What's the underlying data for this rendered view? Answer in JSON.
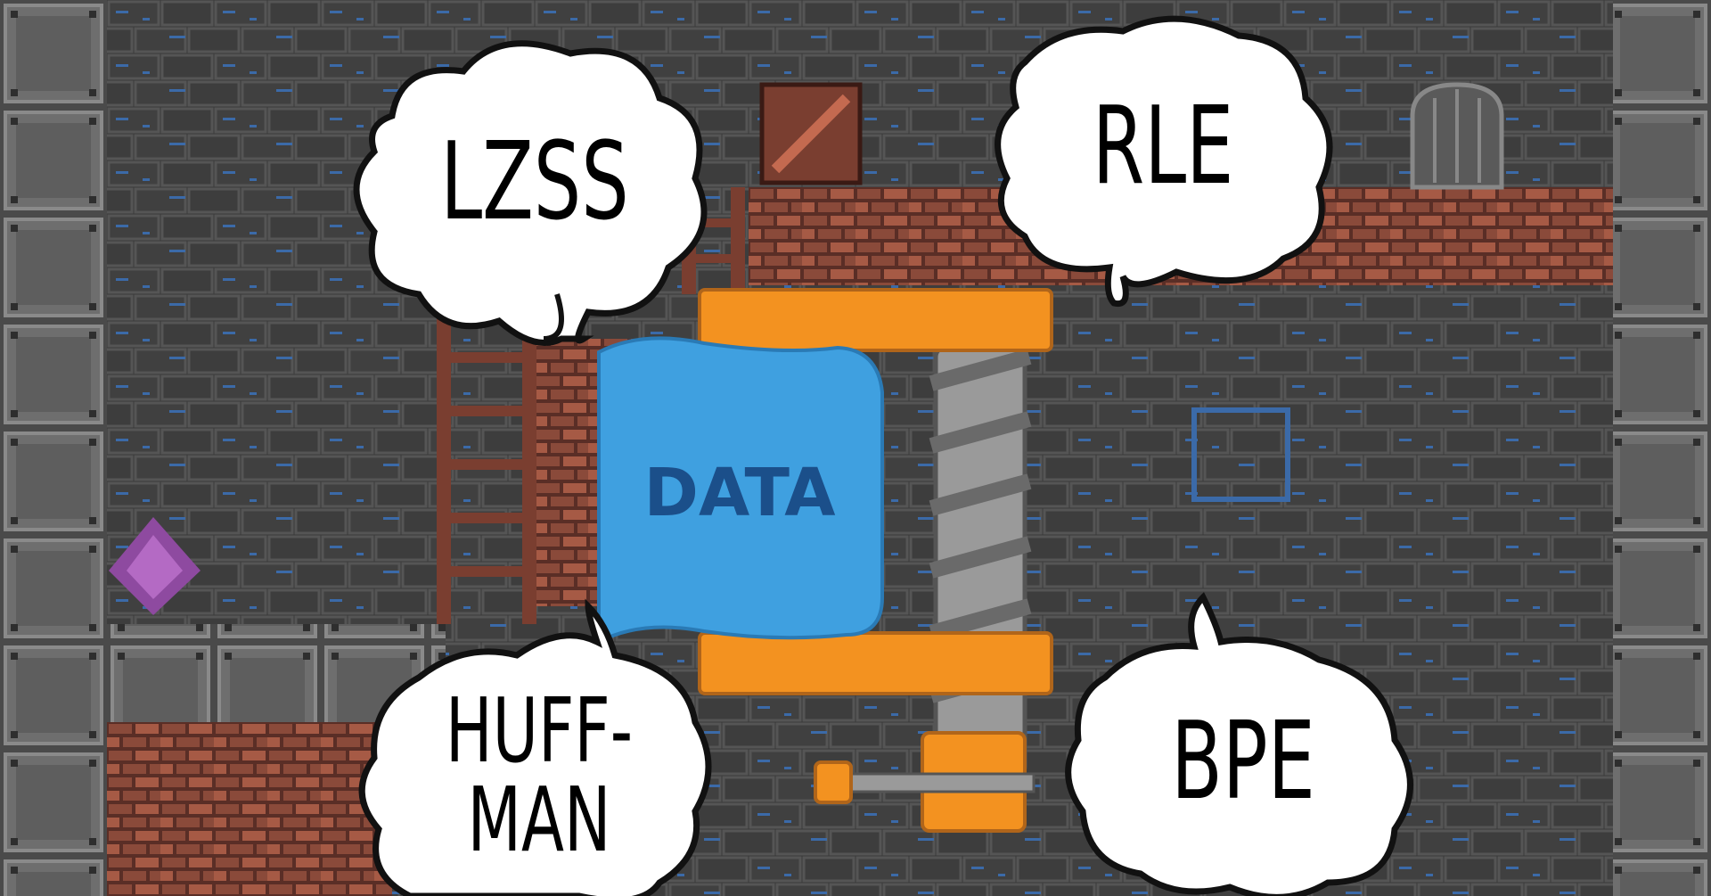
{
  "scene": {
    "bubbles": [
      {
        "id": "lzss",
        "label": "LZSS"
      },
      {
        "id": "rle",
        "label": "RLE"
      },
      {
        "id": "huffman",
        "label": "HUFF-\nMAN"
      },
      {
        "id": "bpe",
        "label": "BPE"
      }
    ],
    "block_label": "DATA",
    "colors": {
      "wall": "#3a3a3a",
      "wall_mortar": "#555555",
      "water_streak": "#3b6aa8",
      "brick": "#8a4a3a",
      "brick_light": "#a65a45",
      "metal_tile": "#6e6e6e",
      "clamp_orange": "#f39220",
      "screw_gray": "#a8a8a8",
      "data_blue": "#3fa0e0",
      "data_text": "#1b4f8a",
      "bubble_fill": "#ffffff",
      "bubble_stroke": "#111111",
      "crystal_purple": "#8e4aa0"
    }
  }
}
